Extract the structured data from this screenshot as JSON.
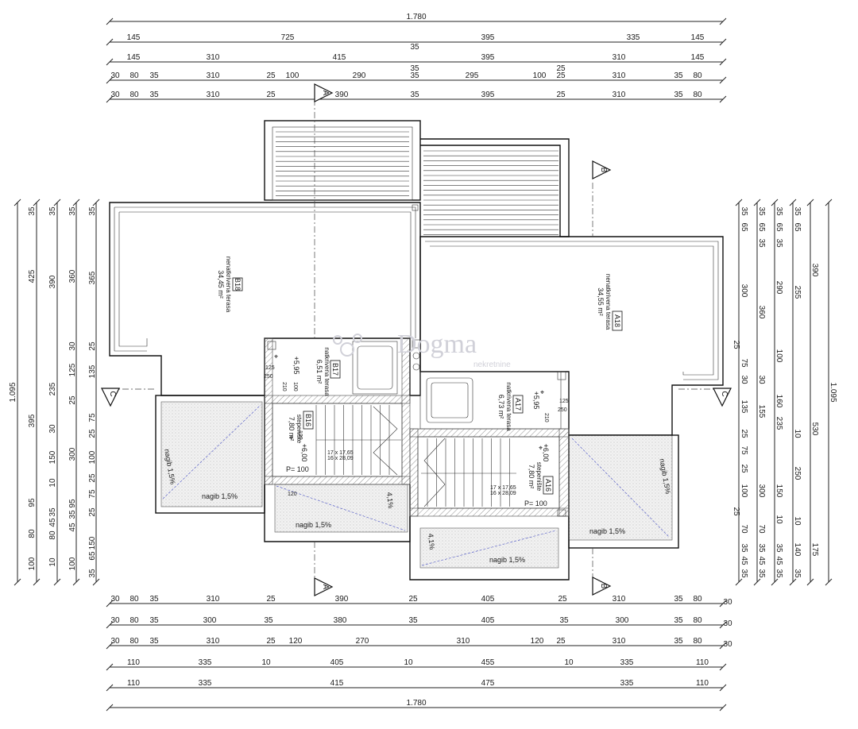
{
  "dims": {
    "top": [
      [
        "1.780"
      ],
      [
        "145",
        "725",
        "395",
        "335",
        "145"
      ],
      [
        "145",
        "310",
        "415",
        "395",
        "310",
        "145"
      ],
      [
        "30",
        "80",
        "35",
        "310",
        "25",
        "100",
        "290",
        "35",
        "295",
        "100",
        "25",
        "310",
        "35",
        "80"
      ],
      [
        "30",
        "80",
        "35",
        "310",
        "25",
        "390",
        "35",
        "395",
        "25",
        "310",
        "35",
        "80"
      ]
    ],
    "top_extra": [
      "35",
      "35",
      "25"
    ],
    "bottom": [
      [
        "30",
        "80",
        "35",
        "310",
        "25",
        "390",
        "25",
        "405",
        "25",
        "310",
        "35",
        "80",
        "30"
      ],
      [
        "30",
        "80",
        "35",
        "300",
        "35",
        "380",
        "35",
        "405",
        "35",
        "300",
        "35",
        "80",
        "30"
      ],
      [
        "30",
        "80",
        "35",
        "310",
        "25",
        "120",
        "270",
        "310",
        "120",
        "25",
        "310",
        "35",
        "80",
        "30"
      ],
      [
        "110",
        "335",
        "10",
        "405",
        "10",
        "455",
        "10",
        "335",
        "110"
      ],
      [
        "110",
        "335",
        "415",
        "475",
        "335",
        "110"
      ],
      [
        "1.780"
      ]
    ],
    "left": [
      [
        "1.095"
      ],
      [
        "35",
        "425",
        "395",
        "95",
        "80",
        "100"
      ],
      [
        "35",
        "390",
        "235",
        "30",
        "150",
        "10",
        "35",
        "45",
        "80",
        "10"
      ],
      [
        "35",
        "360",
        "30",
        "125",
        "25",
        "300",
        "95",
        "35",
        "45",
        "100"
      ],
      [
        "35",
        "365",
        "25",
        "135",
        "75",
        "25",
        "100",
        "25",
        "75",
        "25",
        "150",
        "65",
        "35"
      ]
    ],
    "right": [
      [
        "35",
        "65",
        "300",
        "25",
        "75",
        "30",
        "135",
        "25",
        "75",
        "25",
        "100",
        "25",
        "70",
        "35",
        "45",
        "35"
      ],
      [
        "35",
        "65",
        "35",
        "360",
        "30",
        "155",
        "300",
        "70",
        "35",
        "45",
        "35"
      ],
      [
        "35",
        "65",
        "35",
        "290",
        "100",
        "160",
        "235",
        "150",
        "10",
        "35",
        "45",
        "35"
      ],
      [
        "35",
        "65",
        "255",
        "10",
        "250",
        "10",
        "140",
        "35"
      ],
      [
        "390",
        "530",
        "175"
      ],
      [
        "1.095"
      ]
    ]
  },
  "sections": [
    "A",
    "A",
    "B",
    "B",
    "C",
    "C"
  ],
  "rooms": {
    "b18": {
      "tag": "B18",
      "name": "nenatkrivena terasa",
      "area": "34,45 m²"
    },
    "a18": {
      "tag": "A18",
      "name": "nenatkrivena terasa",
      "area": "34,55 m²"
    },
    "b17": {
      "tag": "B17",
      "name": "natkrivena terasa",
      "area": "6,51 m²",
      "level": "+5,95"
    },
    "a17": {
      "tag": "A17",
      "name": "natkrivena terasa",
      "area": "6,73 m²",
      "level": "+5,95"
    },
    "b16": {
      "tag": "B16",
      "name": "stepenište",
      "area": "7,80 m²",
      "level": "+6,00",
      "p": "P= 100"
    },
    "a16": {
      "tag": "A16",
      "name": "stepenište",
      "area": "7,80 m²",
      "level": "+6,00",
      "p": "P= 100"
    }
  },
  "misc": {
    "slope": "nagib 1,5%",
    "slope41": "4,1%",
    "stairs1": "17 x 17,65",
    "stairs2": "16 x 28,09",
    "stairs1b": "17 x 17,65",
    "stairs2b": "16 x 28,09",
    "w125": "125",
    "w250": "250",
    "w210": "210",
    "w100": "100",
    "w120": "120",
    "w120b": "120",
    "w125b": "125",
    "w250b": "250",
    "w210b": "210"
  },
  "watermark": {
    "name": "Dogma",
    "sub": "nekretnine"
  }
}
